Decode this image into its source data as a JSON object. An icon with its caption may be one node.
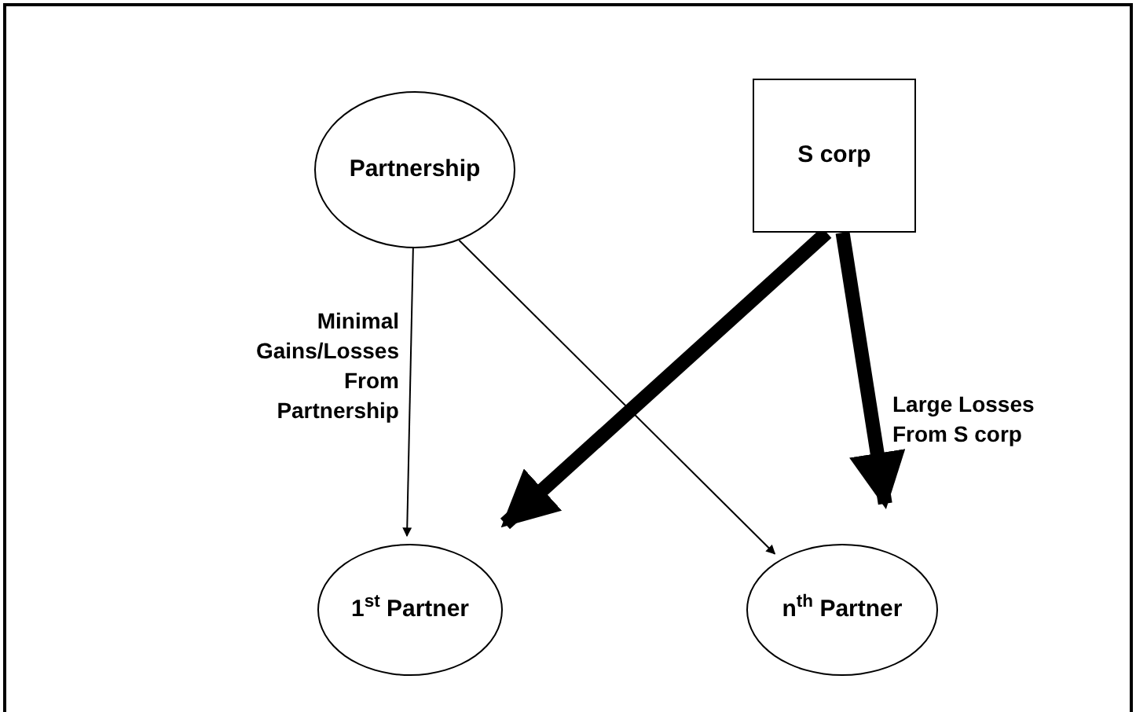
{
  "diagram": {
    "nodes": [
      {
        "text": [
          "Partnership"
        ]
      },
      {
        "text": [
          "S corp"
        ]
      },
      {
        "text": [
          "1$^{st}$ Partner"
        ]
      },
      {
        "text": [
          "n$^{th}$ Partner"
        ]
      }
    ],
    "edges": [
      {
        "from": 0,
        "to": 2,
        "arrow": "to",
        "label": "Minimal Gains/Losses From Partnership"
      },
      {
        "from": 0,
        "to": 3,
        "arrow": "to"
      },
      {
        "from": 1,
        "to": 2,
        "arrow": "to",
        "style": "thick"
      },
      {
        "from": 1,
        "to": 3,
        "arrow": "to",
        "style": "thick",
        "label": "Large Losses From S corp"
      }
    ]
  }
}
